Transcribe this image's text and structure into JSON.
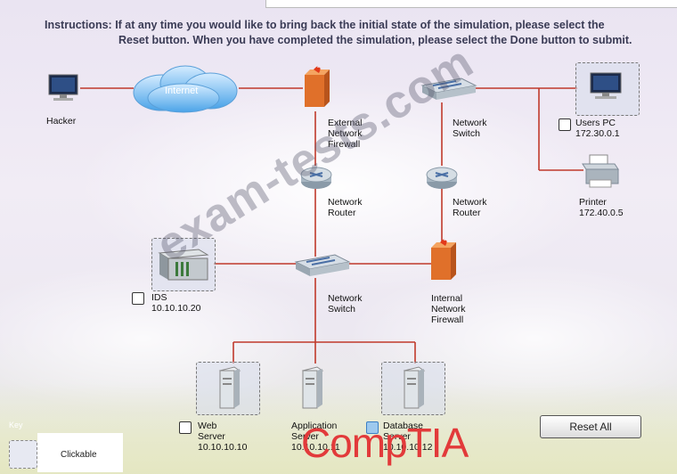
{
  "instructions": {
    "label": "Instructions:",
    "line1": "If at any time you would like to bring back the initial state of the simulation, please select the",
    "line2": "Reset button. When you have completed the simulation, please select the Done button to submit."
  },
  "cloud_label": "Internet",
  "nodes": {
    "hacker": {
      "name": "Hacker"
    },
    "external_firewall": {
      "line1": "External",
      "line2": "Network",
      "line3": "Firewall"
    },
    "router_left": {
      "line1": "Network",
      "line2": "Router"
    },
    "switch_center": {
      "line1": "Network",
      "line2": "Switch"
    },
    "switch_right": {
      "line1": "Network",
      "line2": "Switch"
    },
    "router_right": {
      "line1": "Network",
      "line2": "Router"
    },
    "internal_firewall": {
      "line1": "Internal",
      "line2": "Network",
      "line3": "Firewall"
    },
    "users_pc": {
      "name": "Users PC",
      "ip": "172.30.0.1"
    },
    "printer": {
      "name": "Printer",
      "ip": "172.40.0.5"
    },
    "ids": {
      "name": "IDS",
      "ip": "10.10.10.20"
    },
    "web_server": {
      "line1": "Web",
      "line2": "Server",
      "ip": "10.10.10.10"
    },
    "app_server": {
      "line1": "Application",
      "line2": "Server",
      "ip": "10.10.10.11"
    },
    "db_server": {
      "line1": "Database",
      "line2": "Server",
      "ip": "10.10.10.12"
    }
  },
  "reset_button": "Reset All",
  "key": {
    "title": "Key",
    "item": "Clickable"
  },
  "watermark": "exam-tests.com",
  "logo": "CompTIA",
  "colors": {
    "link_line": "#c0392b",
    "firewall": "#e0702a"
  }
}
